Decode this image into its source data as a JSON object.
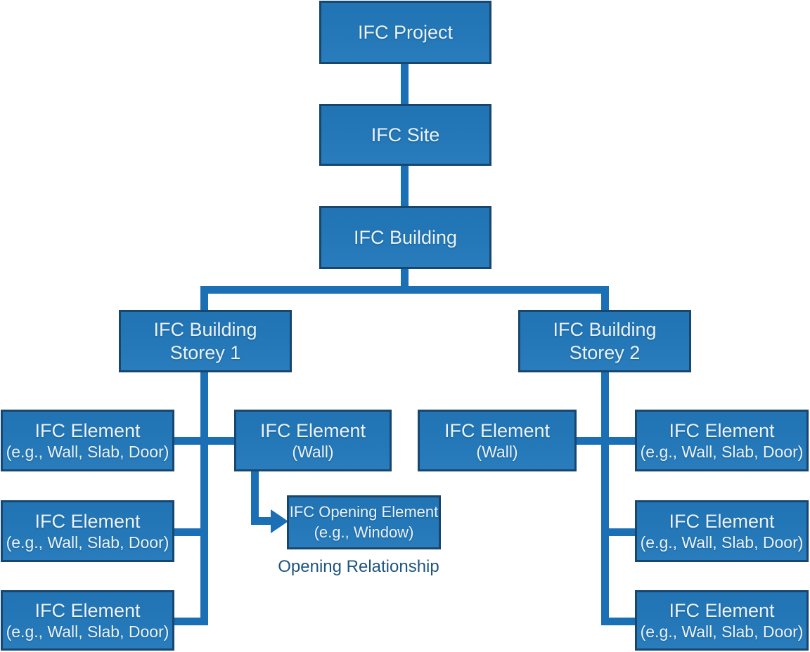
{
  "diagram": {
    "background": "#ffffff",
    "colors": {
      "node_fill": "#2478b8",
      "node_border": "#17466f",
      "connector": "#1a6fb5",
      "node_text": "#eaf3fa",
      "annotation_text": "#1d5480"
    },
    "nodes": {
      "project": {
        "label": "IFC Project"
      },
      "site": {
        "label": "IFC Site"
      },
      "building": {
        "label": "IFC Building"
      },
      "storey1": {
        "line1": "IFC Building",
        "line2": "Storey 1"
      },
      "storey2": {
        "line1": "IFC Building",
        "line2": "Storey 2"
      },
      "left_element1": {
        "line1": "IFC Element",
        "line2": "(e.g., Wall, Slab, Door)"
      },
      "left_element2": {
        "line1": "IFC Element",
        "line2": "(e.g., Wall, Slab, Door)"
      },
      "left_element3": {
        "line1": "IFC Element",
        "line2": "(e.g., Wall, Slab, Door)"
      },
      "left_wall": {
        "line1": "IFC Element",
        "line2": "(Wall)"
      },
      "right_wall": {
        "line1": "IFC Element",
        "line2": "(Wall)"
      },
      "right_element1": {
        "line1": "IFC Element",
        "line2": "(e.g., Wall, Slab, Door)"
      },
      "right_element2": {
        "line1": "IFC Element",
        "line2": "(e.g., Wall, Slab, Door)"
      },
      "right_element3": {
        "line1": "IFC Element",
        "line2": "(e.g., Wall, Slab, Door)"
      },
      "opening": {
        "line1": "IFC Opening Element",
        "line2": "(e.g., Window)"
      }
    },
    "annotations": {
      "opening_relationship": "Opening Relationship"
    }
  }
}
